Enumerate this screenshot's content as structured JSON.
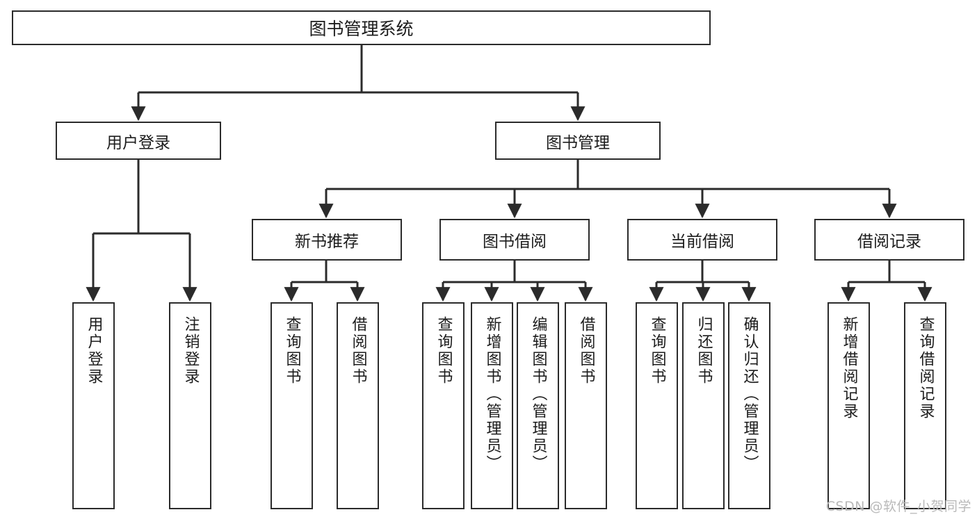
{
  "diagram": {
    "type": "tree-hierarchy-chart",
    "title": "图书管理系统",
    "orientation": "top-down",
    "line_color": "#2b2b2b",
    "box_fill": "#ffffff",
    "text_color": "#1c1c1c"
  },
  "root": {
    "label": "图书管理系统"
  },
  "level2": [
    {
      "label": "用户登录"
    },
    {
      "label": "图书管理"
    }
  ],
  "level3": [
    {
      "label": "新书推荐"
    },
    {
      "label": "图书借阅"
    },
    {
      "label": "当前借阅"
    },
    {
      "label": "借阅记录"
    }
  ],
  "leaves": {
    "user_login": [
      {
        "label": "用户登录"
      },
      {
        "label": "注销登录"
      }
    ],
    "new_book_recommend": [
      {
        "label": "查询图书"
      },
      {
        "label": "借阅图书"
      }
    ],
    "book_borrow": [
      {
        "label": "查询图书"
      },
      {
        "label": "新增图书（管理员）"
      },
      {
        "label": "编辑图书（管理员）"
      },
      {
        "label": "借阅图书"
      }
    ],
    "current_borrow": [
      {
        "label": "查询图书"
      },
      {
        "label": "归还图书"
      },
      {
        "label": "确认归还（管理员）"
      }
    ],
    "borrow_record": [
      {
        "label": "新增借阅记录"
      },
      {
        "label": "查询借阅记录"
      }
    ]
  },
  "watermark": {
    "text": "CSDN @软件_小贺同学"
  }
}
